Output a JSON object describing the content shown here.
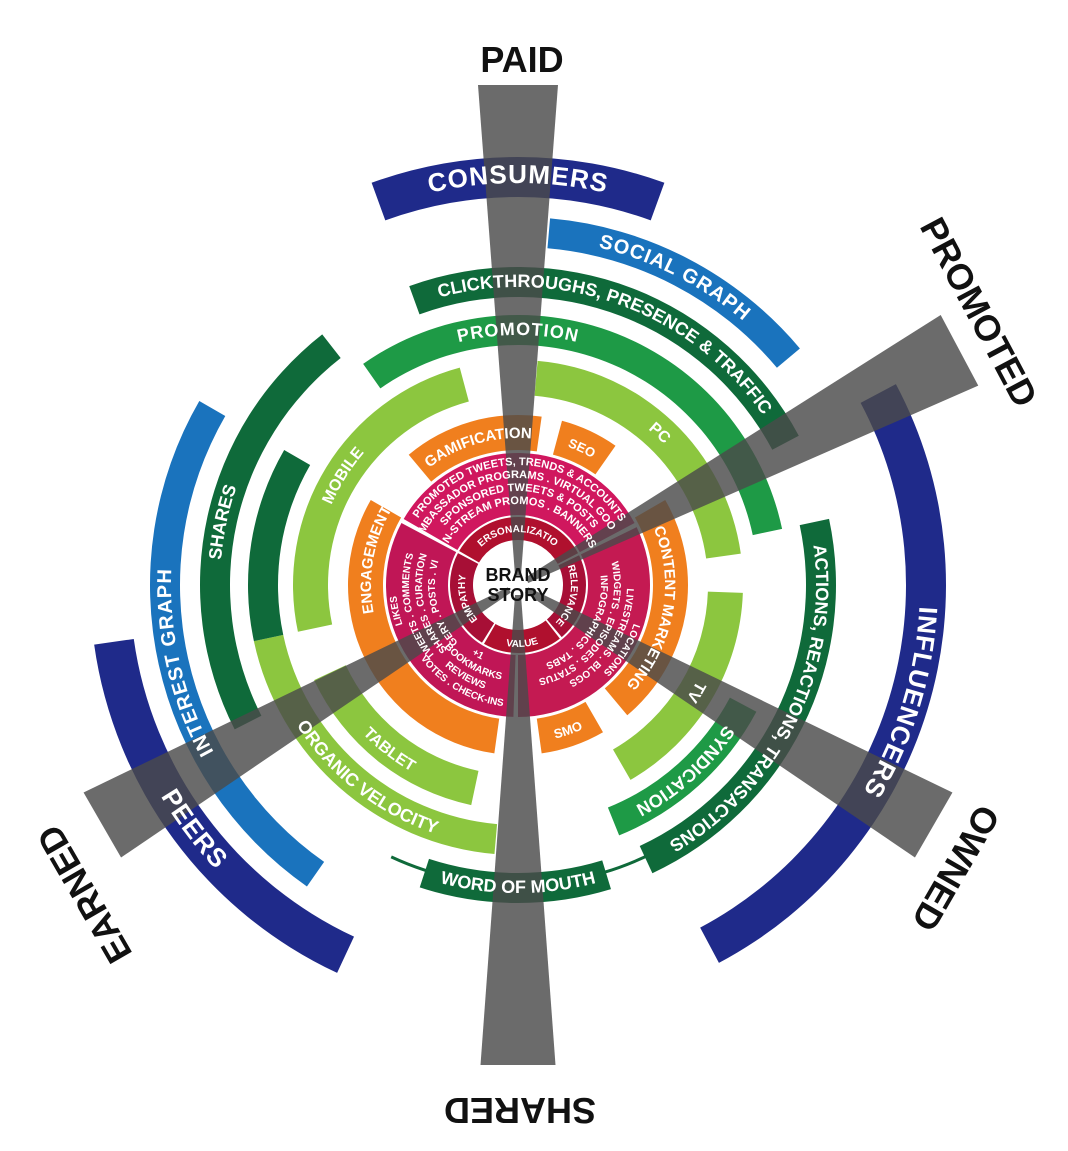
{
  "center": {
    "line1": "BRAND",
    "line2": "STORY"
  },
  "axes": [
    {
      "id": "paid",
      "label": "PAID"
    },
    {
      "id": "promoted",
      "label": "PROMOTED"
    },
    {
      "id": "owned",
      "label": "OWNED"
    },
    {
      "id": "shared",
      "label": "SHARED"
    },
    {
      "id": "earned",
      "label": "EARNED"
    }
  ],
  "audience_ring": [
    {
      "id": "consumers",
      "label": "CONSUMERS"
    },
    {
      "id": "influencers",
      "label": "INFLUENCERS"
    },
    {
      "id": "peers",
      "label": "PEERS"
    }
  ],
  "graph_ring": [
    {
      "id": "social-graph",
      "label": "SOCIAL GRAPH"
    },
    {
      "id": "interest-graph",
      "label": "INTEREST GRAPH"
    }
  ],
  "outcome_ring": [
    {
      "id": "clickthroughs",
      "label": "CLICKTHROUGHS, PRESENCE & TRAFFIC"
    },
    {
      "id": "actions",
      "label": "ACTIONS, REACTIONS, TRANSACTIONS"
    },
    {
      "id": "word-of-mouth",
      "label": "WORD OF MOUTH"
    },
    {
      "id": "shares",
      "label": "SHARES"
    }
  ],
  "activity_ring": [
    {
      "id": "promotion",
      "label": "PROMOTION"
    },
    {
      "id": "syndication",
      "label": "SYNDICATION"
    },
    {
      "id": "organic-velocity",
      "label": "ORGANIC VELOCITY"
    }
  ],
  "device_ring": [
    {
      "id": "pc",
      "label": "PC"
    },
    {
      "id": "tv",
      "label": "TV"
    },
    {
      "id": "tablet",
      "label": "TABLET"
    },
    {
      "id": "mobile",
      "label": "MOBILE"
    }
  ],
  "tactic_ring": [
    {
      "id": "gamification",
      "label": "GAMIFICATION"
    },
    {
      "id": "seo",
      "label": "SEO"
    },
    {
      "id": "content-marketing",
      "label": "CONTENT MARKETING"
    },
    {
      "id": "smo",
      "label": "SMO"
    },
    {
      "id": "engagement",
      "label": "ENGAGEMENT"
    }
  ],
  "detail_ring": [
    {
      "id": "paid-details",
      "lines": [
        "PROMOTED TWEETS, TRENDS & ACCOUNTS",
        "AMBASSADOR PROGRAMS . VIRTUAL GOODS",
        "SPONSORED TWEETS & POSTS",
        "IN-STREAM PROMOS . BANNERS"
      ]
    },
    {
      "id": "owned-details",
      "lines": [
        "LOCATIONS",
        "LIVESTREAMS . BLOGS",
        "WIDGETS . EPISODES . STATUS",
        "INFOGRAPHICS . TABS"
      ]
    },
    {
      "id": "earned-details",
      "lines": [
        "LIKES",
        "TWEETS . COMMENTS",
        "SHARES . CURATION",
        "IMAGERY . POSTS . VIEWS",
        "VOTES . CHECK-INS",
        "REVIEWS",
        "BOOKMARKS",
        "+1"
      ]
    }
  ],
  "value_ring": [
    {
      "id": "personalization",
      "label": "PERSONALIZATION"
    },
    {
      "id": "relevance",
      "label": "RELEVANCE"
    },
    {
      "id": "value",
      "label": "VALUE"
    },
    {
      "id": "empathy",
      "label": "EMPATHY"
    }
  ],
  "colors": {
    "navy": "#1f2a8a",
    "blue": "#1a73bd",
    "dark_green": "#0f6a3a",
    "green": "#1e9a46",
    "light_green": "#8cc63f",
    "orange": "#f07f1e",
    "magenta": "#d0175e",
    "crimson": "#b0102e",
    "axis_gray": "#4a4a4a"
  }
}
